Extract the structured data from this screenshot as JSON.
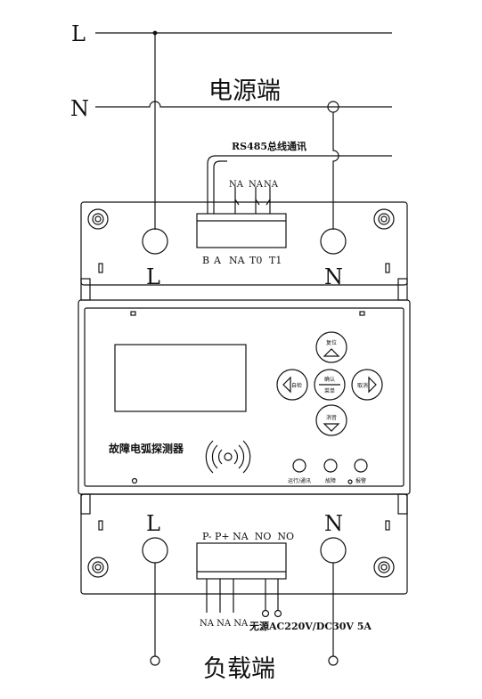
{
  "supply": {
    "line_L": "L",
    "line_N": "N",
    "title": "电源端"
  },
  "comm": {
    "label": "RS485总线通讯",
    "upper_na": [
      "NA",
      "NA",
      "NA"
    ],
    "pins": [
      "B",
      "A",
      "NA",
      "T0",
      "T1"
    ]
  },
  "terminals": {
    "top_L": "L",
    "top_N": "N",
    "bottom_L": "L",
    "bottom_N": "N"
  },
  "device": {
    "name": "故障电弧探测器",
    "buttons": {
      "up": "复位",
      "left": "自检",
      "center_line1": "确认",
      "center_line2": "菜单",
      "right": "取消",
      "down": "消音"
    },
    "indicators": [
      "运行/通讯",
      "故障",
      "报警"
    ]
  },
  "output": {
    "pins": "P- P+ NA  NO  NO",
    "lower_na": "NA NA NA",
    "relay_label": "无源AC220V/DC30V 5A"
  },
  "load": {
    "title": "负载端"
  },
  "colors": {
    "stroke": "#111111",
    "background": "#ffffff"
  }
}
